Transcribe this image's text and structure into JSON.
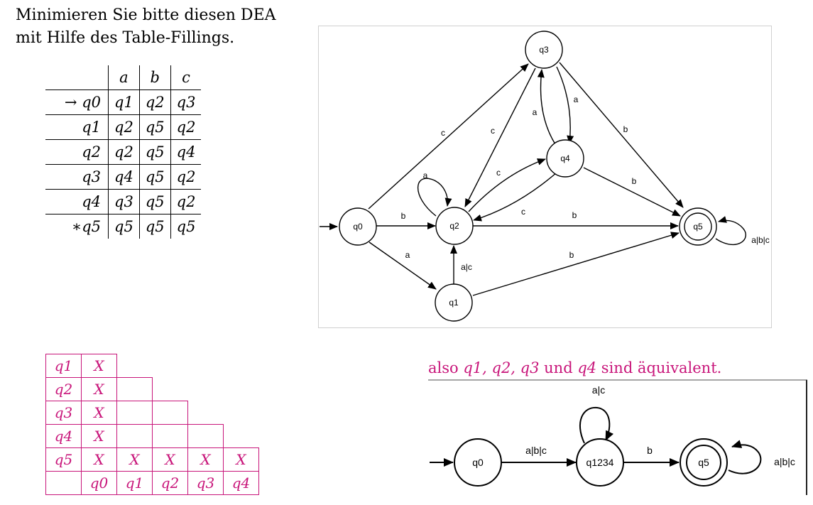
{
  "task": {
    "line1": "Minimieren Sie bitte diesen DEA",
    "line2": "mit Hilfe des Table-Fillings."
  },
  "transition_table": {
    "headers": [
      "a",
      "b",
      "c"
    ],
    "rows": [
      {
        "state": "→ q0",
        "a": "q1",
        "b": "q2",
        "c": "q3"
      },
      {
        "state": "q1",
        "a": "q2",
        "b": "q5",
        "c": "q2"
      },
      {
        "state": "q2",
        "a": "q2",
        "b": "q5",
        "c": "q4"
      },
      {
        "state": "q3",
        "a": "q4",
        "b": "q5",
        "c": "q2"
      },
      {
        "state": "q4",
        "a": "q3",
        "b": "q5",
        "c": "q2"
      },
      {
        "state": "∗q5",
        "a": "q5",
        "b": "q5",
        "c": "q5"
      }
    ]
  },
  "dfa": {
    "states": [
      "q0",
      "q1",
      "q2",
      "q3",
      "q4",
      "q5"
    ],
    "start": "q0",
    "accepting": [
      "q5"
    ],
    "edge_labels": {
      "q0_q3": "c",
      "q0_q2": "b",
      "q0_q1": "a",
      "q3_q2": "c",
      "q3_q4": "a",
      "q4_q3": "a",
      "q3_q5": "b",
      "q2_q4": "c",
      "q4_q2": "c",
      "q4_q5": "b",
      "q2_loop": "a",
      "q2_q5": "b",
      "q1_q2": "a|c",
      "q1_q5": "b",
      "q5_loop": "a|b|c"
    }
  },
  "fill_table": {
    "rows": [
      {
        "label": "q1",
        "cells": [
          "X"
        ]
      },
      {
        "label": "q2",
        "cells": [
          "X",
          ""
        ]
      },
      {
        "label": "q3",
        "cells": [
          "X",
          "",
          ""
        ]
      },
      {
        "label": "q4",
        "cells": [
          "X",
          "",
          "",
          ""
        ]
      },
      {
        "label": "q5",
        "cells": [
          "X",
          "X",
          "X",
          "X",
          "X"
        ]
      }
    ],
    "columns": [
      "q0",
      "q1",
      "q2",
      "q3",
      "q4"
    ]
  },
  "note": {
    "prefix": "also ",
    "m1": "q1, q2, q3",
    "mid": " und ",
    "m2": "q4",
    "suffix": " sind äquivalent."
  },
  "minimized": {
    "states": [
      "q0",
      "q1234",
      "q5"
    ],
    "labels": {
      "q0_q1234": "a|b|c",
      "q1234_loop": "a|c",
      "q1234_q5": "b",
      "q5_loop": "a|b|c"
    }
  }
}
